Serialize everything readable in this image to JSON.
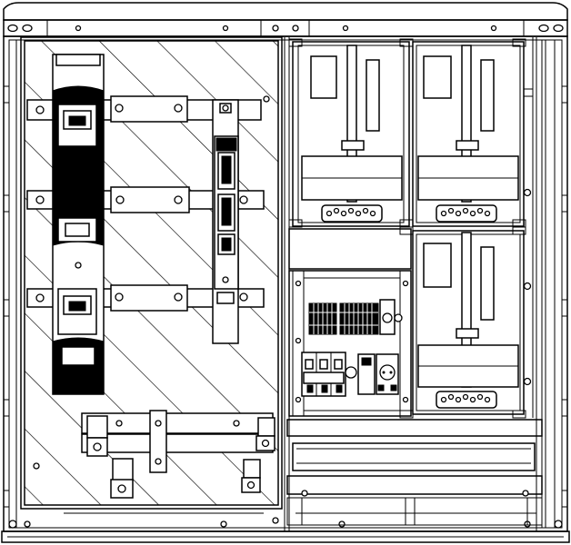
{
  "diagram": {
    "description_visible_text": "",
    "line_color": "#000000",
    "background_color": "#ffffff",
    "meter_units": 3,
    "terminal_rows": 2,
    "fuse_switch_count": 1
  }
}
